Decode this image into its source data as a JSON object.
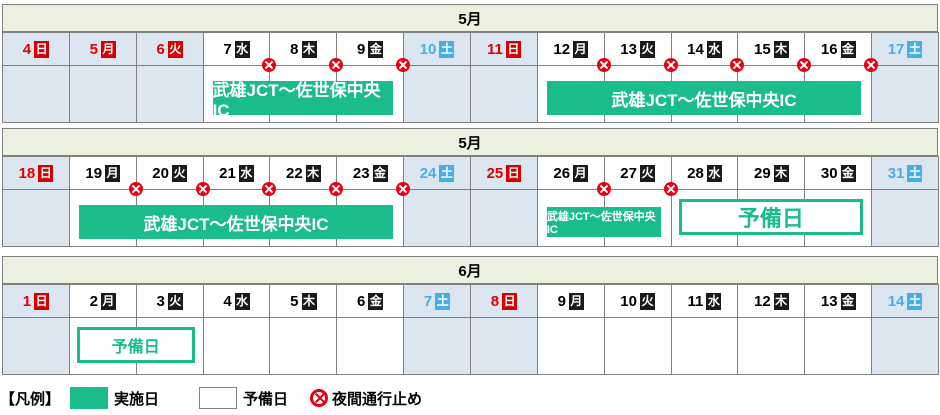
{
  "colors": {
    "work": "#1abc8b",
    "sun": "#d60000",
    "sat": "#45b0e6",
    "weekend_bg": "#dce6f1",
    "month_bg": "#ebf1de",
    "closure": "#e60012"
  },
  "weeks": [
    {
      "month": "5月",
      "days": [
        {
          "n": "4",
          "w": "日",
          "t": "hol"
        },
        {
          "n": "5",
          "w": "月",
          "t": "hol"
        },
        {
          "n": "6",
          "w": "火",
          "t": "hol"
        },
        {
          "n": "7",
          "w": "水",
          "t": "weekday"
        },
        {
          "n": "8",
          "w": "木",
          "t": "weekday"
        },
        {
          "n": "9",
          "w": "金",
          "t": "weekday"
        },
        {
          "n": "10",
          "w": "土",
          "t": "sat"
        },
        {
          "n": "11",
          "w": "日",
          "t": "sun"
        },
        {
          "n": "12",
          "w": "月",
          "t": "weekday"
        },
        {
          "n": "13",
          "w": "火",
          "t": "weekday"
        },
        {
          "n": "14",
          "w": "水",
          "t": "weekday"
        },
        {
          "n": "15",
          "w": "木",
          "t": "weekday"
        },
        {
          "n": "16",
          "w": "金",
          "t": "weekday"
        },
        {
          "n": "17",
          "w": "土",
          "t": "sat"
        }
      ],
      "work": [
        {
          "from": 3,
          "to": 5,
          "label": "武雄JCT～佐世保中央IC"
        },
        {
          "from": 8,
          "to": 12,
          "label": "武雄JCT～佐世保中央IC"
        }
      ],
      "reserve": [],
      "closures": [
        4,
        5,
        6,
        9,
        10,
        11,
        12,
        13
      ]
    },
    {
      "month": "5月",
      "days": [
        {
          "n": "18",
          "w": "日",
          "t": "sun"
        },
        {
          "n": "19",
          "w": "月",
          "t": "weekday"
        },
        {
          "n": "20",
          "w": "火",
          "t": "weekday"
        },
        {
          "n": "21",
          "w": "水",
          "t": "weekday"
        },
        {
          "n": "22",
          "w": "木",
          "t": "weekday"
        },
        {
          "n": "23",
          "w": "金",
          "t": "weekday"
        },
        {
          "n": "24",
          "w": "土",
          "t": "sat"
        },
        {
          "n": "25",
          "w": "日",
          "t": "sun"
        },
        {
          "n": "26",
          "w": "月",
          "t": "weekday"
        },
        {
          "n": "27",
          "w": "火",
          "t": "weekday"
        },
        {
          "n": "28",
          "w": "水",
          "t": "weekday"
        },
        {
          "n": "29",
          "w": "木",
          "t": "weekday"
        },
        {
          "n": "30",
          "w": "金",
          "t": "weekday"
        },
        {
          "n": "31",
          "w": "土",
          "t": "sat"
        }
      ],
      "work": [
        {
          "from": 1,
          "to": 5,
          "label": "武雄JCT～佐世保中央IC"
        },
        {
          "from": 8,
          "to": 9,
          "label": "武雄JCT～佐世保中央IC",
          "small": true
        }
      ],
      "reserve": [
        {
          "from": 10,
          "to": 12,
          "label": "予備日"
        }
      ],
      "closures": [
        2,
        3,
        4,
        5,
        6,
        9,
        10
      ]
    },
    {
      "month": "6月",
      "days": [
        {
          "n": "1",
          "w": "日",
          "t": "sun"
        },
        {
          "n": "2",
          "w": "月",
          "t": "weekday"
        },
        {
          "n": "3",
          "w": "火",
          "t": "weekday"
        },
        {
          "n": "4",
          "w": "水",
          "t": "weekday"
        },
        {
          "n": "5",
          "w": "木",
          "t": "weekday"
        },
        {
          "n": "6",
          "w": "金",
          "t": "weekday"
        },
        {
          "n": "7",
          "w": "土",
          "t": "sat"
        },
        {
          "n": "8",
          "w": "日",
          "t": "sun"
        },
        {
          "n": "9",
          "w": "月",
          "t": "weekday"
        },
        {
          "n": "10",
          "w": "火",
          "t": "weekday"
        },
        {
          "n": "11",
          "w": "水",
          "t": "weekday"
        },
        {
          "n": "12",
          "w": "木",
          "t": "weekday"
        },
        {
          "n": "13",
          "w": "金",
          "t": "weekday"
        },
        {
          "n": "14",
          "w": "土",
          "t": "sat"
        }
      ],
      "work": [],
      "reserve": [
        {
          "from": 1,
          "to": 2,
          "label": "予備日"
        }
      ],
      "closures": []
    }
  ],
  "legend": {
    "title": "【凡例】",
    "work": "実施日",
    "reserve": "予備日",
    "closure": "夜間通行止め"
  }
}
